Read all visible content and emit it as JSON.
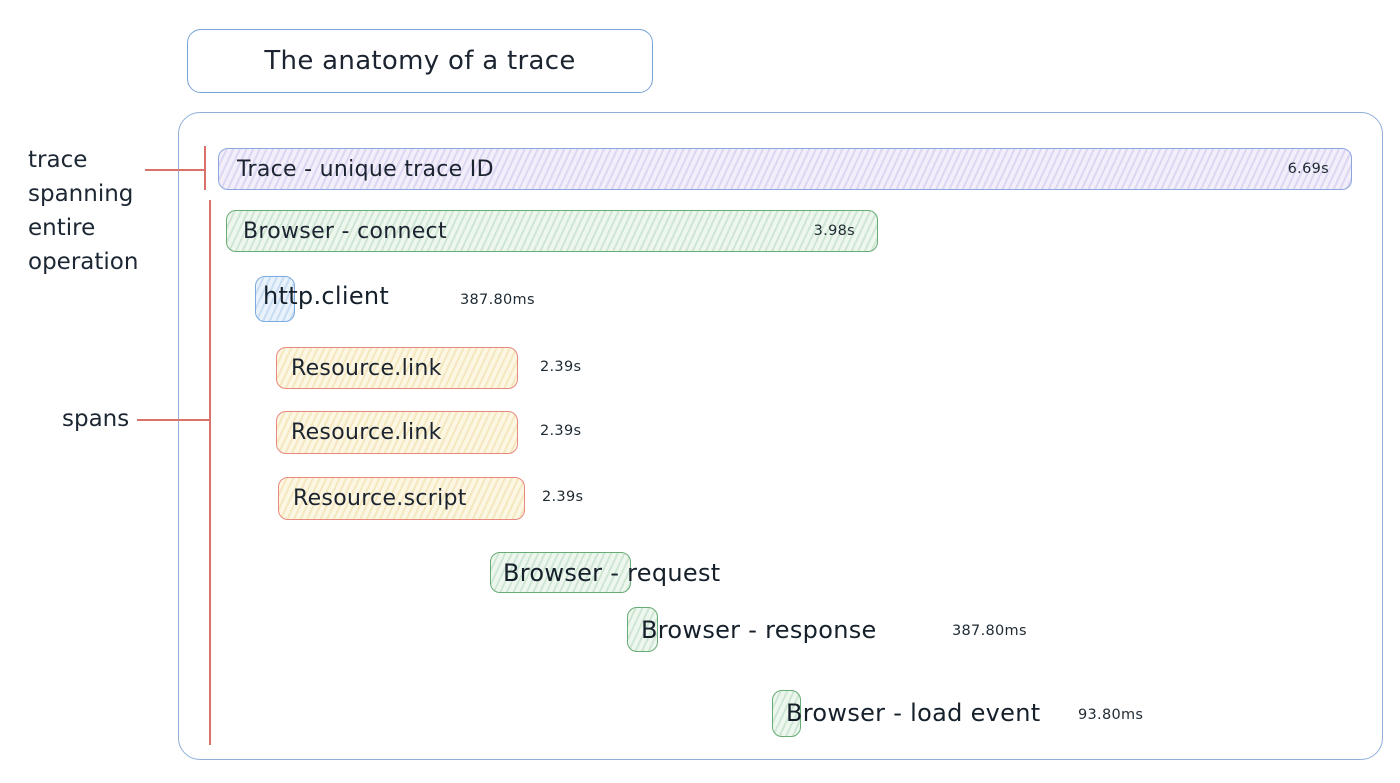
{
  "title": {
    "label": "The anatomy of a trace"
  },
  "annotations": {
    "trace": "trace spanning entire operation",
    "spans": "spans"
  },
  "spans": [
    {
      "name": "Trace - unique trace ID",
      "duration": "6.69s",
      "color": "purple"
    },
    {
      "name": "Browser - connect",
      "duration": "3.98s",
      "color": "green"
    },
    {
      "name": "http.client",
      "duration": "387.80ms",
      "color": "blue"
    },
    {
      "name": "Resource.link",
      "duration": "2.39s",
      "color": "yellow"
    },
    {
      "name": "Resource.link",
      "duration": "2.39s",
      "color": "yellow"
    },
    {
      "name": "Resource.script",
      "duration": "2.39s",
      "color": "yellow"
    },
    {
      "name": "Browser - request",
      "duration": "",
      "color": "green"
    },
    {
      "name": "Browser - response",
      "duration": "387.80ms",
      "color": "green"
    },
    {
      "name": "Browser - load event",
      "duration": "93.80ms",
      "color": "green"
    }
  ],
  "palette": {
    "container_border": "#8fafd9",
    "title_border": "#7ba3d6",
    "purple_fill": "#f2eefa",
    "purple_border": "#8ea6de",
    "green_fill": "#edf7ee",
    "green_border": "#67ab76",
    "blue_fill": "#e9f2fb",
    "blue_border": "#7cabdf",
    "yellow_fill": "#fcf7e2",
    "yellow_border": "#e9897e",
    "annotation_line": "#d9726b",
    "text": "#1b2430"
  }
}
